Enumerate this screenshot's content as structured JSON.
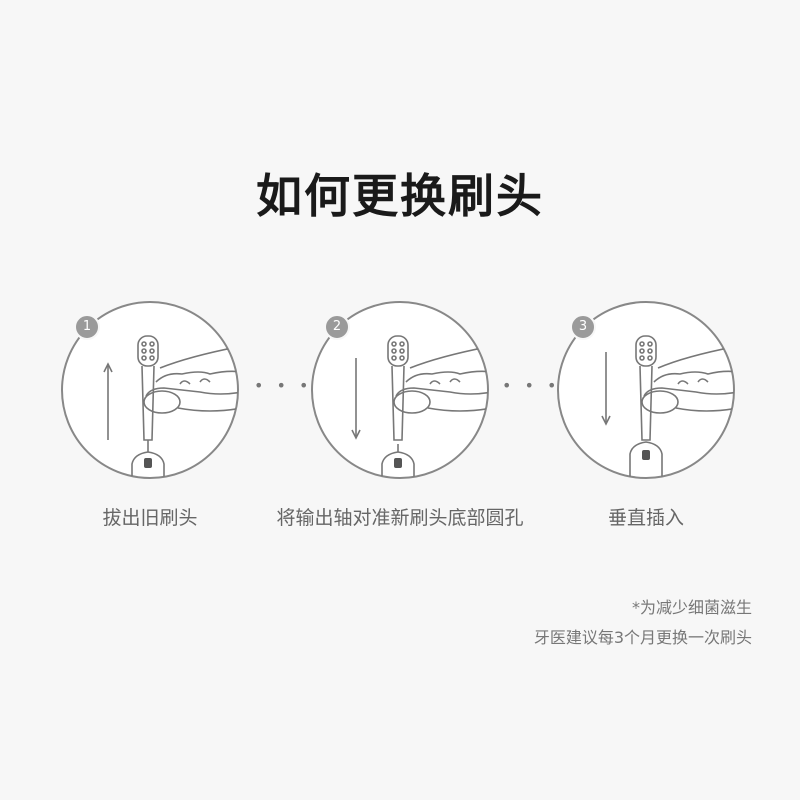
{
  "title": "如何更换刷头",
  "steps": [
    {
      "number": "1",
      "label": "拔出旧刷头",
      "arrow": "up"
    },
    {
      "number": "2",
      "label": "将输出轴对准新刷头底部圆孔",
      "arrow": "down"
    },
    {
      "number": "3",
      "label": "垂直插入",
      "arrow": "down"
    }
  ],
  "separator": "• • •",
  "note": {
    "line1": "*为减少细菌滋生",
    "line2": "牙医建议每3个月更换一次刷头"
  }
}
